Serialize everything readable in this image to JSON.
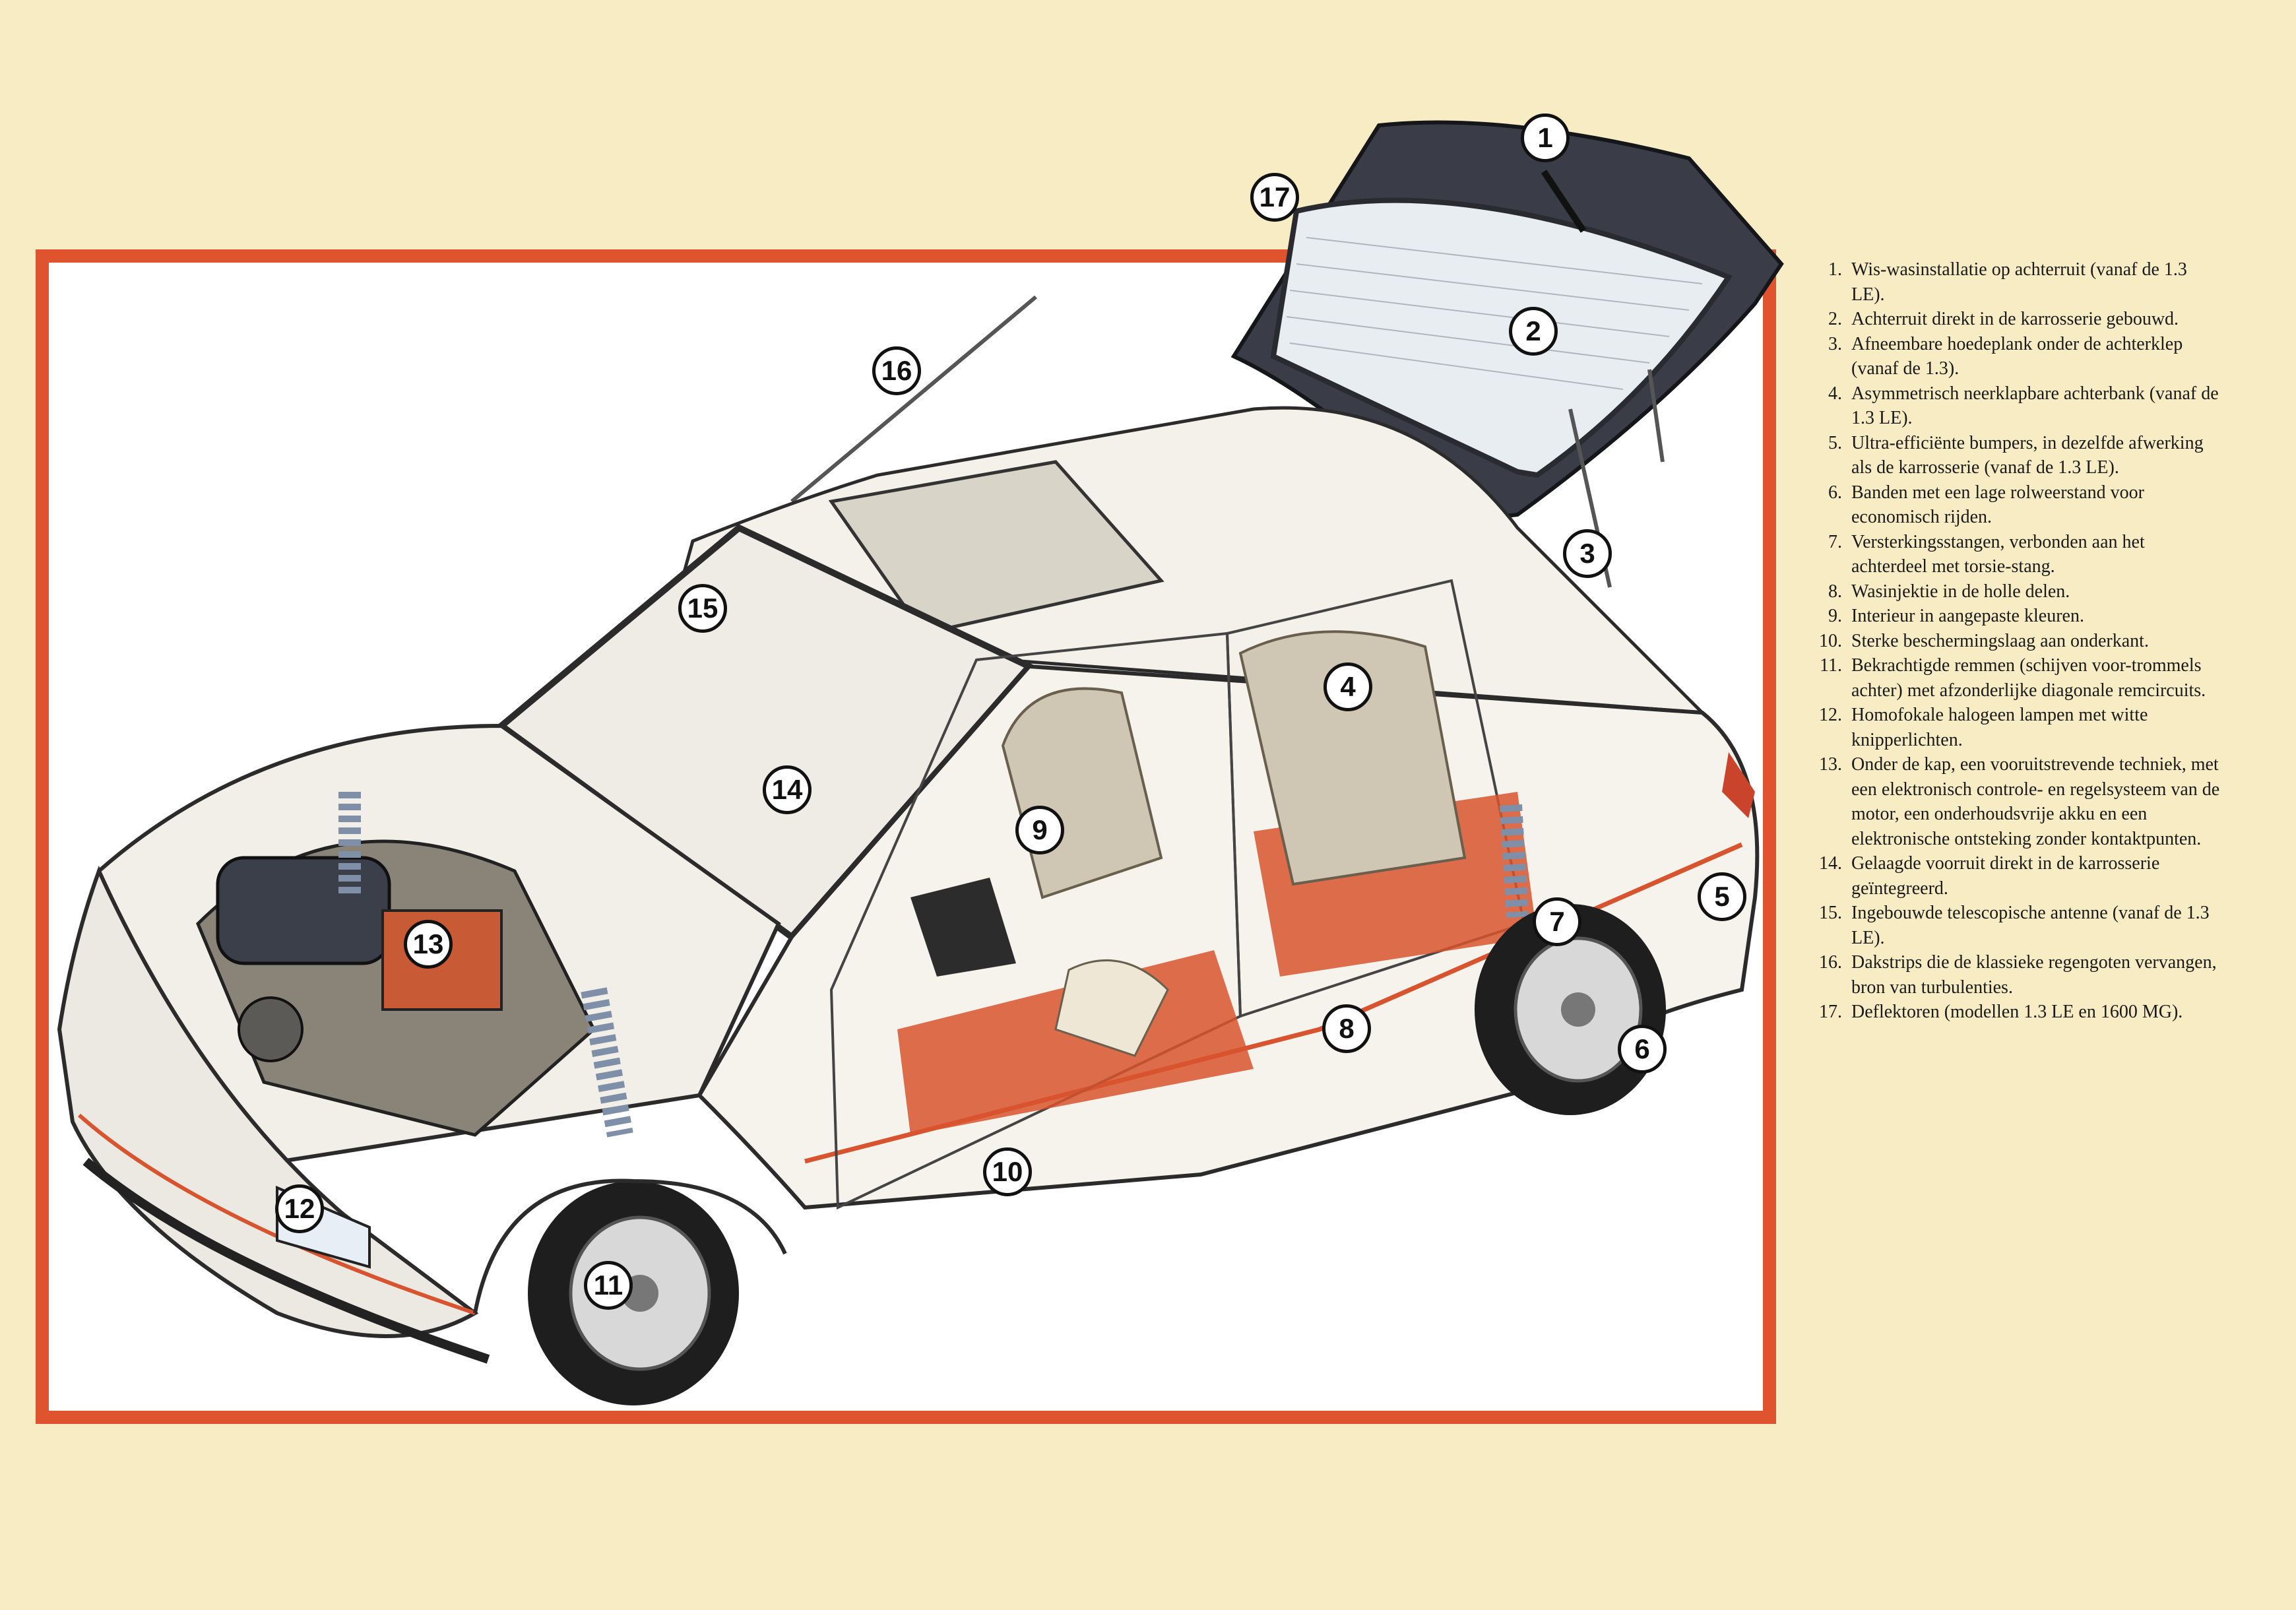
{
  "callouts": [
    {
      "id": "1",
      "label": "1"
    },
    {
      "id": "2",
      "label": "2"
    },
    {
      "id": "3",
      "label": "3"
    },
    {
      "id": "4",
      "label": "4"
    },
    {
      "id": "5",
      "label": "5"
    },
    {
      "id": "6",
      "label": "6"
    },
    {
      "id": "7",
      "label": "7"
    },
    {
      "id": "8",
      "label": "8"
    },
    {
      "id": "9",
      "label": "9"
    },
    {
      "id": "10",
      "label": "10"
    },
    {
      "id": "11",
      "label": "11"
    },
    {
      "id": "12",
      "label": "12"
    },
    {
      "id": "13",
      "label": "13"
    },
    {
      "id": "14",
      "label": "14"
    },
    {
      "id": "15",
      "label": "15"
    },
    {
      "id": "16",
      "label": "16"
    },
    {
      "id": "17",
      "label": "17"
    }
  ],
  "legend": [
    {
      "number": "1.",
      "text": "Wis-wasinstallatie op achterruit (vanaf de 1.3 LE)."
    },
    {
      "number": "2.",
      "text": "Achterruit direkt in de karrosserie gebouwd."
    },
    {
      "number": "3.",
      "text": "Afneembare hoedeplank onder de achterklep (vanaf de 1.3)."
    },
    {
      "number": "4.",
      "text": "Asymmetrisch neerklapbare achterbank (vanaf de 1.3 LE)."
    },
    {
      "number": "5.",
      "text": "Ultra-efficiënte bumpers, in dezelfde afwerking als de karrosserie (vanaf de 1.3 LE)."
    },
    {
      "number": "6.",
      "text": "Banden met een lage rolweerstand voor economisch rijden."
    },
    {
      "number": "7.",
      "text": "Versterkingsstangen, verbonden aan het achterdeel met torsie-stang."
    },
    {
      "number": "8.",
      "text": "Wasinjektie in de holle delen."
    },
    {
      "number": "9.",
      "text": "Interieur in aangepaste kleuren."
    },
    {
      "number": "10.",
      "text": "Sterke beschermingslaag aan onderkant."
    },
    {
      "number": "11.",
      "text": "Bekrachtigde remmen (schijven voor-trommels achter) met afzonderlijke diagonale remcircuits."
    },
    {
      "number": "12.",
      "text": "Homofokale halogeen lampen met witte knipperlichten."
    },
    {
      "number": "13.",
      "text": "Onder de kap, een vooruitstrevende techniek, met een elektronisch controle- en regelsysteem van de motor, een onderhoudsvrije akku en een elektronische ontsteking zonder kontaktpunten."
    },
    {
      "number": "14.",
      "text": "Gelaagde voorruit direkt in de karrosserie geïntegreerd."
    },
    {
      "number": "15.",
      "text": "Ingebouwde telescopische antenne (vanaf de 1.3 LE)."
    },
    {
      "number": "16.",
      "text": "Dakstrips die de klassieke regengoten vervangen, bron van turbulenties."
    },
    {
      "number": "17.",
      "text": "Deflektoren (modellen 1.3 LE en 1600 MG)."
    }
  ],
  "colors": {
    "page_background": "#f7ecc4",
    "frame": "#e0532f",
    "car_body": "#f4f1ea",
    "interior_red": "#d8542e"
  }
}
